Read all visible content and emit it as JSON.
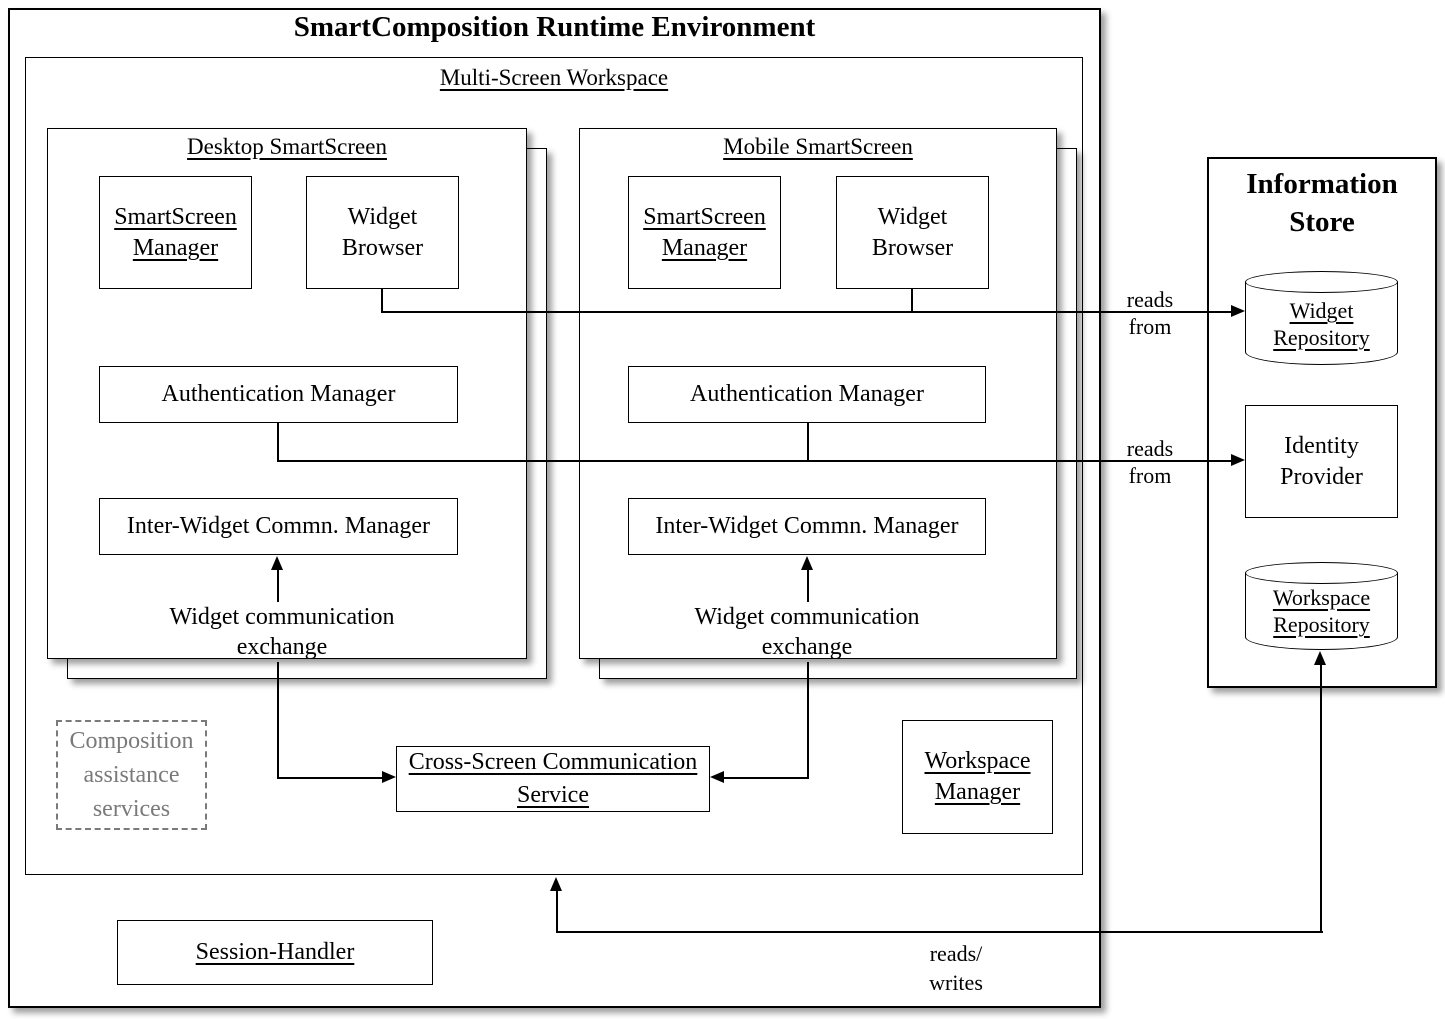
{
  "title": "SmartComposition Runtime Environment",
  "workspace": {
    "title": "Multi-Screen Workspace",
    "screens": [
      {
        "title": "Desktop SmartScreen",
        "smartscreen_manager": "SmartScreen Manager",
        "widget_browser": "Widget Browser",
        "authentication_manager": "Authentication Manager",
        "inter_widget_comm_manager": "Inter-Widget Commn. Manager",
        "exchange_label": "Widget communication exchange"
      },
      {
        "title": "Mobile SmartScreen",
        "smartscreen_manager": "SmartScreen Manager",
        "widget_browser": "Widget Browser",
        "authentication_manager": "Authentication Manager",
        "inter_widget_comm_manager": "Inter-Widget Commn. Manager",
        "exchange_label": "Widget communication exchange"
      }
    ],
    "cross_screen_service": "Cross-Screen Communication Service",
    "workspace_manager": "Workspace Manager",
    "composition_services": "Composition assistance services"
  },
  "session_handler": "Session-Handler",
  "information_store": {
    "title": "Information Store",
    "widget_repository": "Widget Repository",
    "identity_provider": "Identity Provider",
    "workspace_repository": "Workspace Repository"
  },
  "connections": {
    "reads_from_widgets": [
      "reads",
      "from"
    ],
    "reads_from_identity": [
      "reads",
      "from"
    ],
    "reads_writes": [
      "reads/",
      "writes"
    ]
  },
  "colors": {
    "line": "#000000",
    "muted_gray": "#7a7a7a",
    "background": "#ffffff"
  }
}
